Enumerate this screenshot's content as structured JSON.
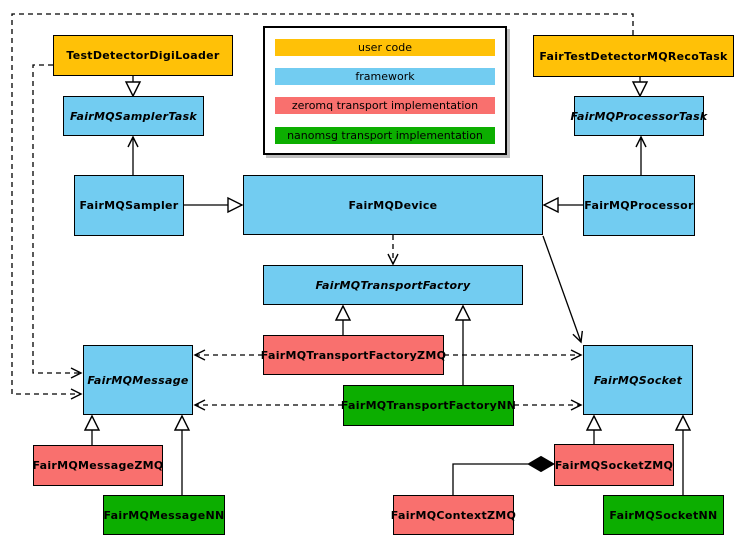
{
  "colors": {
    "userCode": "#FFC107",
    "framework": "#72CCF1",
    "zeromq": "#F9706E",
    "nanomsg": "#0CAE00",
    "line": "#000000",
    "border": "#000000",
    "background": "#FFFFFF"
  },
  "legend": {
    "items": [
      {
        "label": "user code",
        "category": "userCode"
      },
      {
        "label": "framework",
        "category": "framework"
      },
      {
        "label": "zeromq transport implementation",
        "category": "zeromq"
      },
      {
        "label": "nanomsg transport implementation",
        "category": "nanomsg"
      }
    ]
  },
  "nodes": {
    "testDetectorDigiLoader": {
      "label": "TestDetectorDigiLoader",
      "category": "userCode",
      "abstract": false
    },
    "fairTestDetectorMQRecoTask": {
      "label": "FairTestDetectorMQRecoTask",
      "category": "userCode",
      "abstract": false
    },
    "fairMQSamplerTask": {
      "label": "FairMQSamplerTask",
      "category": "framework",
      "abstract": true
    },
    "fairMQProcessorTask": {
      "label": "FairMQProcessorTask",
      "category": "framework",
      "abstract": true
    },
    "fairMQSampler": {
      "label": "FairMQSampler",
      "category": "framework",
      "abstract": false
    },
    "fairMQDevice": {
      "label": "FairMQDevice",
      "category": "framework",
      "abstract": false
    },
    "fairMQProcessor": {
      "label": "FairMQProcessor",
      "category": "framework",
      "abstract": false
    },
    "fairMQTransportFactory": {
      "label": "FairMQTransportFactory",
      "category": "framework",
      "abstract": true
    },
    "fairMQTransportFactoryZMQ": {
      "label": "FairMQTransportFactoryZMQ",
      "category": "zeromq",
      "abstract": false
    },
    "fairMQTransportFactoryNN": {
      "label": "FairMQTransportFactoryNN",
      "category": "nanomsg",
      "abstract": false
    },
    "fairMQMessage": {
      "label": "FairMQMessage",
      "category": "framework",
      "abstract": true
    },
    "fairMQSocket": {
      "label": "FairMQSocket",
      "category": "framework",
      "abstract": true
    },
    "fairMQMessageZMQ": {
      "label": "FairMQMessageZMQ",
      "category": "zeromq",
      "abstract": false
    },
    "fairMQMessageNN": {
      "label": "FairMQMessageNN",
      "category": "nanomsg",
      "abstract": false
    },
    "fairMQContextZMQ": {
      "label": "FairMQContextZMQ",
      "category": "zeromq",
      "abstract": false
    },
    "fairMQSocketZMQ": {
      "label": "FairMQSocketZMQ",
      "category": "zeromq",
      "abstract": false
    },
    "fairMQSocketNN": {
      "label": "FairMQSocketNN",
      "category": "nanomsg",
      "abstract": false
    }
  },
  "edges": [
    {
      "from": "TestDetectorDigiLoader",
      "to": "FairMQSamplerTask",
      "type": "inheritance"
    },
    {
      "from": "FairTestDetectorMQRecoTask",
      "to": "FairMQProcessorTask",
      "type": "inheritance"
    },
    {
      "from": "FairMQSampler",
      "to": "FairMQSamplerTask",
      "type": "association"
    },
    {
      "from": "FairMQProcessor",
      "to": "FairMQProcessorTask",
      "type": "association"
    },
    {
      "from": "FairMQSampler",
      "to": "FairMQDevice",
      "type": "inheritance"
    },
    {
      "from": "FairMQProcessor",
      "to": "FairMQDevice",
      "type": "inheritance"
    },
    {
      "from": "FairMQDevice",
      "to": "FairMQTransportFactory",
      "type": "dependency"
    },
    {
      "from": "FairMQDevice",
      "to": "FairMQSocket",
      "type": "association"
    },
    {
      "from": "FairMQTransportFactoryZMQ",
      "to": "FairMQTransportFactory",
      "type": "inheritance"
    },
    {
      "from": "FairMQTransportFactoryNN",
      "to": "FairMQTransportFactory",
      "type": "inheritance"
    },
    {
      "from": "FairMQTransportFactoryZMQ",
      "to": "FairMQMessage",
      "type": "dependency"
    },
    {
      "from": "FairMQTransportFactoryZMQ",
      "to": "FairMQSocket",
      "type": "dependency"
    },
    {
      "from": "FairMQTransportFactoryNN",
      "to": "FairMQMessage",
      "type": "dependency"
    },
    {
      "from": "FairMQTransportFactoryNN",
      "to": "FairMQSocket",
      "type": "dependency"
    },
    {
      "from": "FairMQMessageZMQ",
      "to": "FairMQMessage",
      "type": "inheritance"
    },
    {
      "from": "FairMQMessageNN",
      "to": "FairMQMessage",
      "type": "inheritance"
    },
    {
      "from": "FairMQSocketZMQ",
      "to": "FairMQSocket",
      "type": "inheritance"
    },
    {
      "from": "FairMQSocketNN",
      "to": "FairMQSocket",
      "type": "inheritance"
    },
    {
      "from": "FairMQSocketZMQ",
      "to": "FairMQContextZMQ",
      "type": "composition"
    },
    {
      "from": "FairTestDetectorMQRecoTask",
      "to": "FairMQMessage",
      "type": "dependency"
    },
    {
      "from": "TestDetectorDigiLoader",
      "to": "FairMQMessage",
      "type": "dependency"
    }
  ]
}
